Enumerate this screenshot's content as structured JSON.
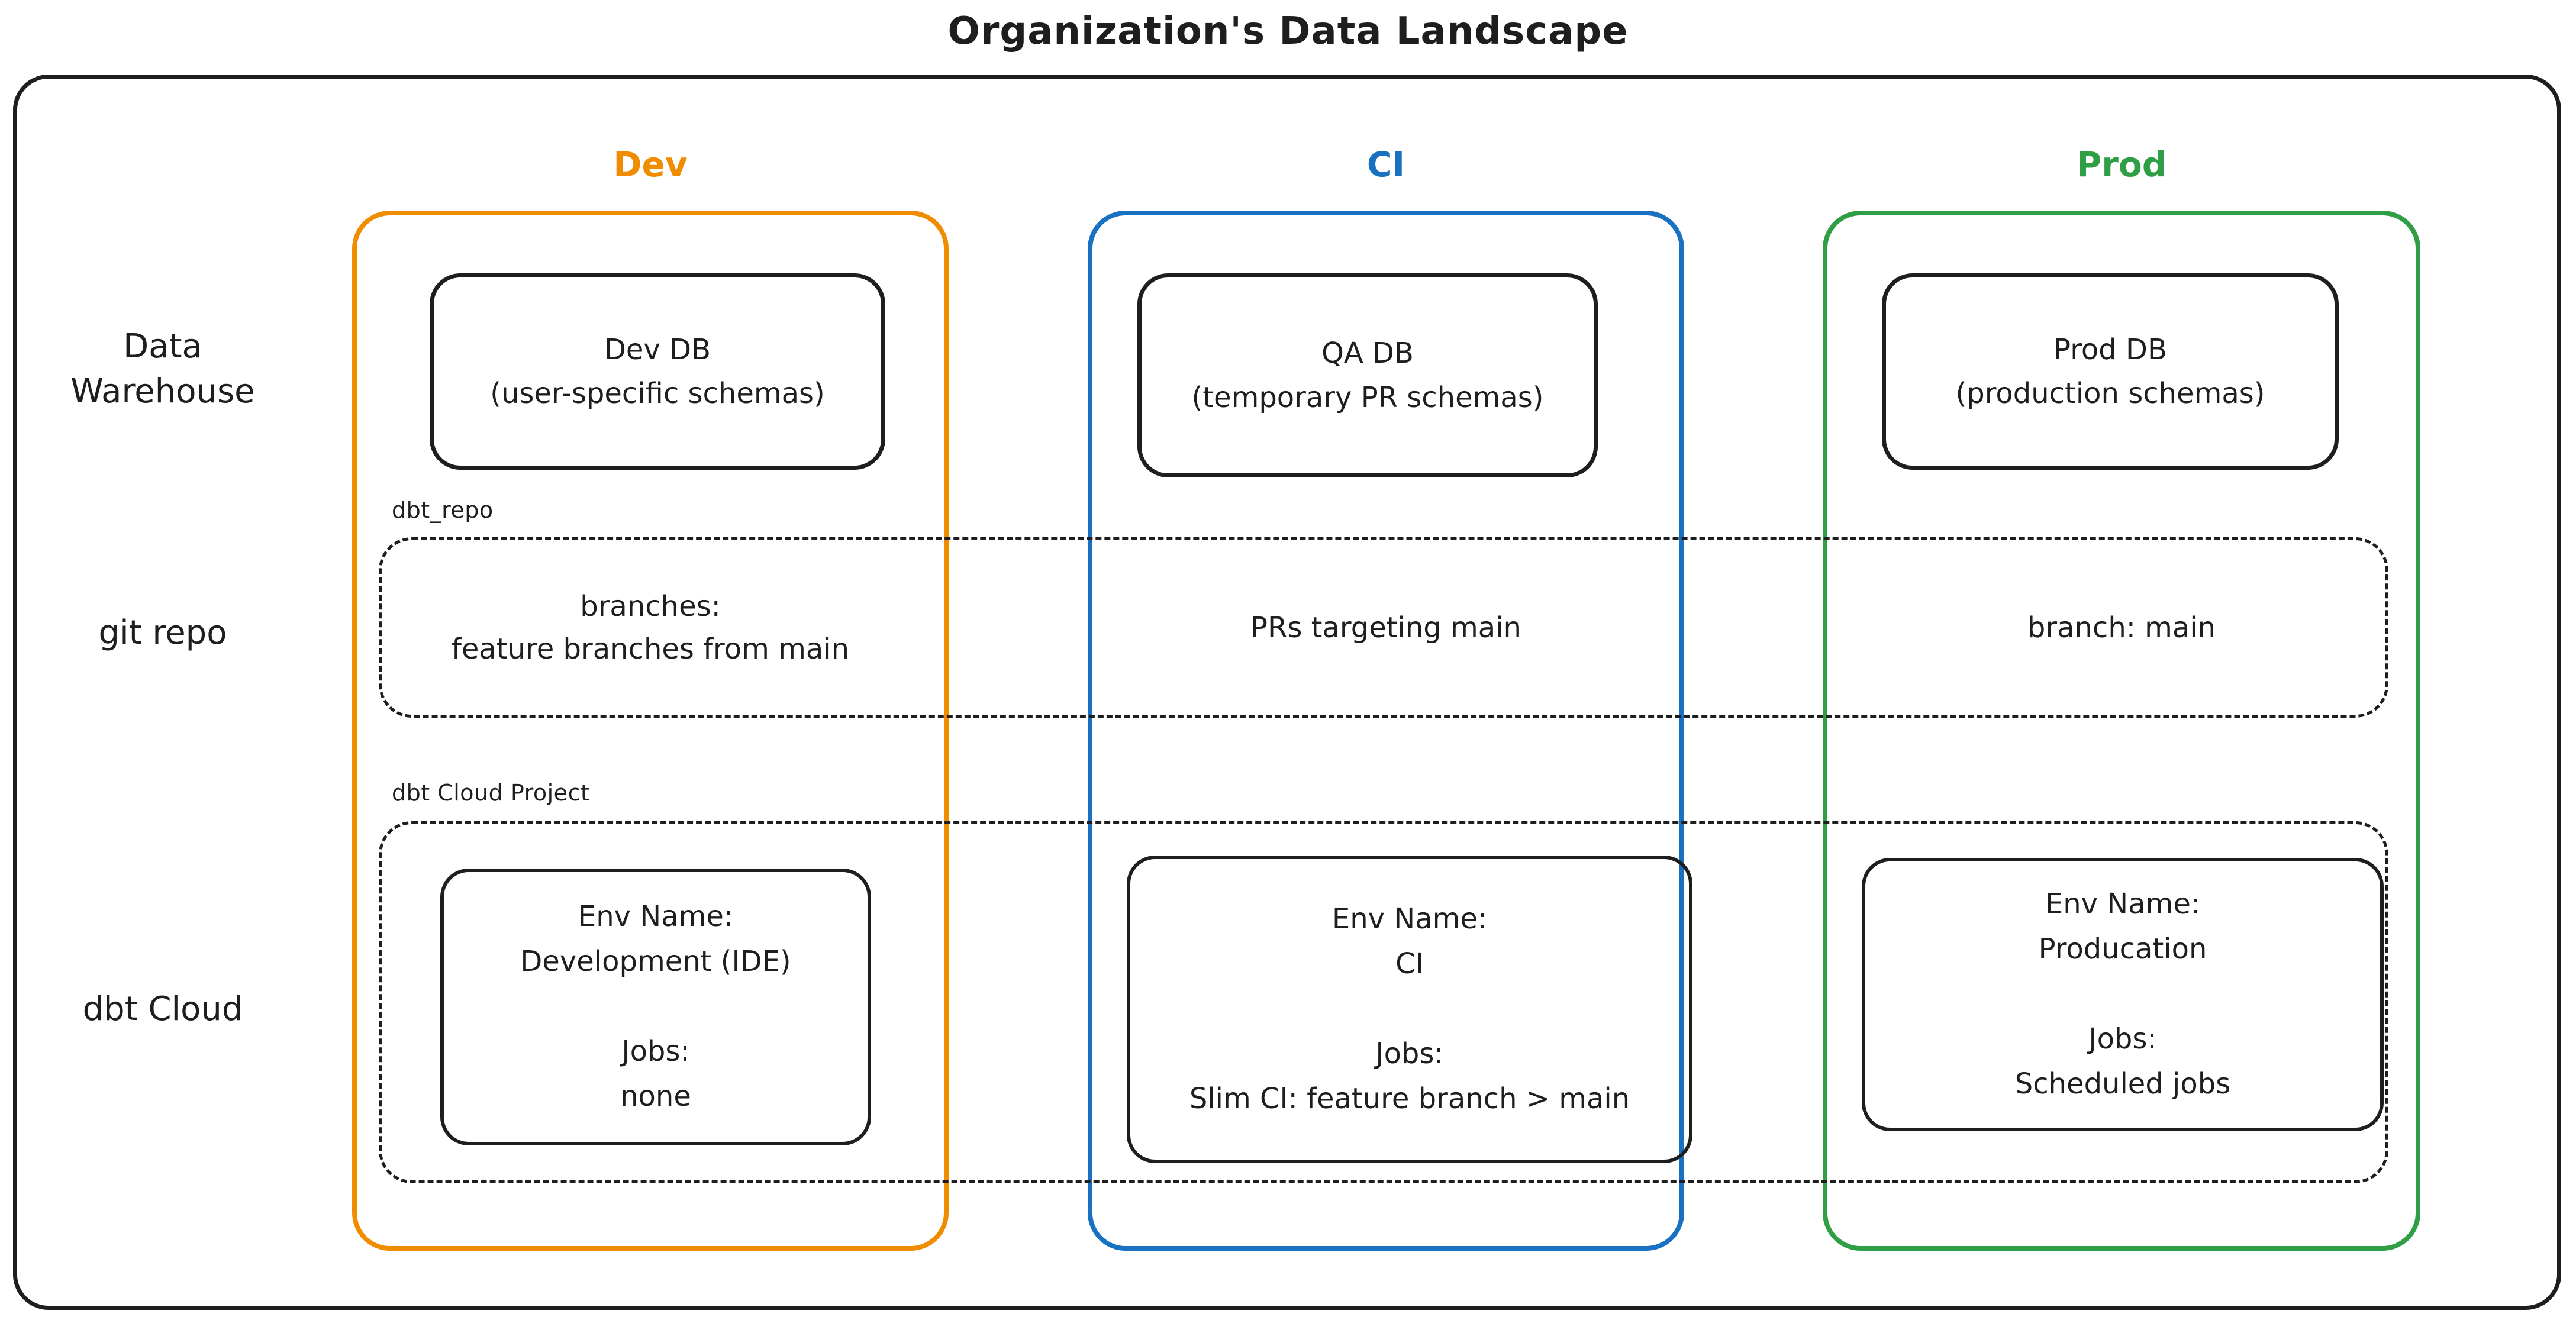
{
  "title": "Organization's Data Landscape",
  "colors": {
    "ink": "#1e1e1e",
    "dev_accent": "#f08c00",
    "ci_accent": "#1971c2",
    "prod_accent": "#2f9e44"
  },
  "columns": [
    {
      "key": "dev",
      "label": "Dev",
      "color": "#f08c00"
    },
    {
      "key": "ci",
      "label": "CI",
      "color": "#1971c2"
    },
    {
      "key": "prod",
      "label": "Prod",
      "color": "#2f9e44"
    }
  ],
  "row_labels": [
    {
      "text": "Data\nWarehouse"
    },
    {
      "text": "git repo"
    },
    {
      "text": "dbt Cloud"
    }
  ],
  "warehouse_row": {
    "dev": "Dev DB\n(user-specific schemas)",
    "ci": "QA DB\n(temporary PR schemas)",
    "prod": "Prod DB\n(production schemas)"
  },
  "git_row": {
    "container_label": "dbt_repo",
    "dev": "branches:\nfeature branches from main",
    "ci": "PRs targeting main",
    "prod": "branch: main"
  },
  "dbt_row": {
    "container_label": "dbt Cloud Project",
    "dev": "Env Name:\nDevelopment (IDE)\n\nJobs:\nnone",
    "ci": "Env Name:\nCI\n\nJobs:\nSlim CI: feature branch > main",
    "prod": "Env Name:\nProducation\n\nJobs:\nScheduled jobs"
  }
}
